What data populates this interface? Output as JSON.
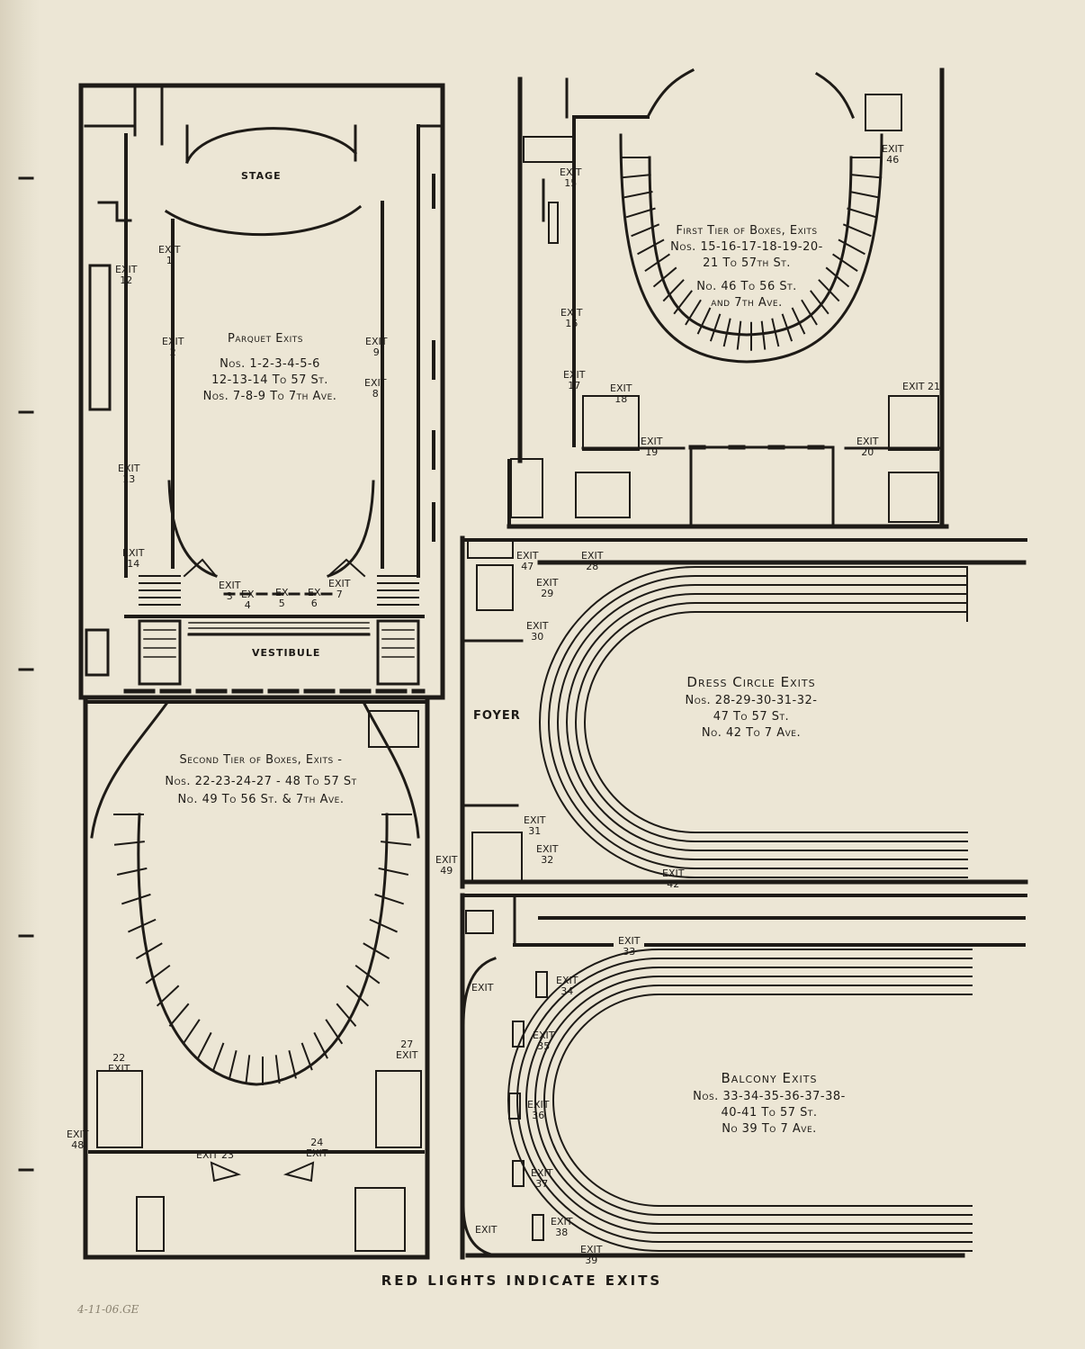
{
  "parquet": {
    "stage": "STAGE",
    "vestibule": "VESTIBULE",
    "title": "Parquet Exits",
    "line1": "Nos. 1-2-3-4-5-6",
    "line2": "12-13-14 To 57 St.",
    "line3": "Nos. 7-8-9 To 7th Ave.",
    "exit1": [
      "EXIT",
      "1"
    ],
    "exit2": [
      "EXIT",
      "2"
    ],
    "exit3": [
      "EXIT",
      "3"
    ],
    "exit4": [
      "EX",
      "4"
    ],
    "exit5": [
      "EX",
      "5"
    ],
    "exit6": [
      "EX",
      "6"
    ],
    "exit7": [
      "EXIT",
      "7"
    ],
    "exit8": [
      "EXIT",
      "8"
    ],
    "exit9": [
      "EXIT",
      "9"
    ],
    "exit12": [
      "EXIT",
      "12"
    ],
    "exit13": [
      "EXIT",
      "13"
    ],
    "exit14": [
      "EXIT",
      "14"
    ]
  },
  "first_tier": {
    "title": "First Tier of Boxes, Exits",
    "line1": "Nos. 15-16-17-18-19-20-",
    "line2": "21 To 57th St.",
    "line3": "No. 46 To 56 St.",
    "line4": "and 7th Ave.",
    "exit15": [
      "EXIT",
      "15"
    ],
    "exit16": [
      "EXIT",
      "16"
    ],
    "exit17": [
      "EXIT",
      "17"
    ],
    "exit18": [
      "EXIT",
      "18"
    ],
    "exit19": [
      "EXIT",
      "19"
    ],
    "exit20": [
      "EXIT",
      "20"
    ],
    "exit21": "EXIT 21",
    "exit46": [
      "EXIT",
      "46"
    ]
  },
  "dress_circle": {
    "title": "Dress Circle Exits",
    "line1": "Nos. 28-29-30-31-32-",
    "line2": "47 To 57 St.",
    "line3": "No. 42 To 7 Ave.",
    "foyer": "FOYER",
    "exit47": [
      "EXIT",
      "47"
    ],
    "exit28": [
      "EXIT",
      "28"
    ],
    "exit29": [
      "EXIT",
      "29"
    ],
    "exit30": [
      "EXIT",
      "30"
    ],
    "exit31": [
      "EXIT",
      "31"
    ],
    "exit32": [
      "EXIT",
      "32"
    ],
    "exit42": [
      "EXIT",
      "42"
    ]
  },
  "second_tier": {
    "title": "Second Tier of Boxes, Exits -",
    "line1": "Nos. 22-23-24-27 - 48 To 57 St",
    "line2": "No. 49 To 56 St. & 7th Ave.",
    "exit22": [
      "22",
      "EXIT"
    ],
    "exit23": "EXIT 23",
    "exit24": [
      "24",
      "EXIT"
    ],
    "exit27": [
      "27",
      "EXIT"
    ],
    "exit48": [
      "EXIT",
      "48"
    ],
    "exit49": [
      "EXIT",
      "49"
    ]
  },
  "balcony": {
    "title": "Balcony Exits",
    "line1": "Nos. 33-34-35-36-37-38-",
    "line2": "40-41 To 57 St.",
    "line3": "No 39 To 7 Ave.",
    "exit33": [
      "EXIT",
      "33"
    ],
    "exit34": [
      "EXIT",
      "34"
    ],
    "exit35": [
      "EXIT",
      "35"
    ],
    "exit36": [
      "EXIT",
      "36"
    ],
    "exit37": [
      "EXIT",
      "37"
    ],
    "exit38": [
      "EXIT",
      "38"
    ],
    "exit39": [
      "EXIT",
      "39"
    ],
    "exit_left_top": "EXIT",
    "exit_left_bottom": "EXIT"
  },
  "footer": "RED LIGHTS INDICATE EXITS",
  "handwritten": "4-11-06.GE",
  "colors": {
    "paper": "#ece6d5",
    "ink": "#1e1b17"
  }
}
